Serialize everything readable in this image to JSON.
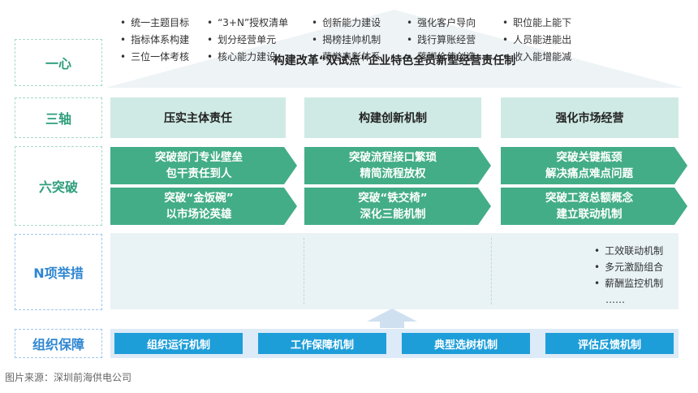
{
  "labels": {
    "one_core": "一心",
    "three_axes": "三轴",
    "six_breakthroughs": "六突破",
    "n_measures": "N项举措",
    "org_support": "组织保障"
  },
  "roof_title": "构建改革“双试点”企业特色全员新型经营责任制",
  "axes": [
    "压实主体责任",
    "构建创新机制",
    "强化市场经营"
  ],
  "breakthroughs": [
    {
      "line1": "突破部门专业壁垒",
      "line2": "包干责任到人"
    },
    {
      "line1": "突破流程接口繁琐",
      "line2": "精简流程放权"
    },
    {
      "line1": "突破关键瓶颈",
      "line2": "解决痛点难点问题"
    },
    {
      "line1": "突破“金饭碗”",
      "line2": "以市场论英雄"
    },
    {
      "line1": "突破“铁交椅”",
      "line2": "深化三能机制"
    },
    {
      "line1": "突破工资总额概念",
      "line2": "建立联动机制"
    }
  ],
  "measures": [
    [
      "统一主题目标",
      "指标体系构建",
      "三位一体考核"
    ],
    [
      "“3+N”授权清单",
      "划分经营单元",
      "核心能力建设"
    ],
    [
      "创新能力建设",
      "揭榜挂帅机制",
      "荣誉表彰体系"
    ],
    [
      "强化客户导向",
      "践行算账经营",
      "落脚价值创造"
    ],
    [
      "职位能上能下",
      "人员能进能出",
      "收入能增能减"
    ],
    [
      "工效联动机制",
      "多元激励组合",
      "薪酬监控机制",
      "……"
    ]
  ],
  "mechanisms": [
    "组织运行机制",
    "工作保障机制",
    "典型选树机制",
    "评估反馈机制"
  ],
  "source": "图片来源：深圳前海供电公司",
  "colors": {
    "green_label": "#2f9e7c",
    "blue_label": "#2f86d1",
    "arrow_green": "#43ad87",
    "mechanism_blue": "#1e9ed9",
    "roof_fill": "#eef3f6"
  }
}
